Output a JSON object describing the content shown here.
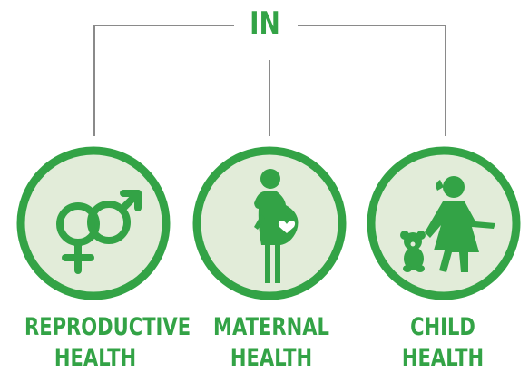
{
  "diagram": {
    "title": "IN",
    "categories": [
      {
        "line1": "REPRODUCTIVE",
        "line2": "HEALTH",
        "icon": "gender-symbols-icon"
      },
      {
        "line1": "MATERNAL",
        "line2": "HEALTH",
        "icon": "pregnant-woman-icon"
      },
      {
        "line1": "CHILD",
        "line2": "HEALTH",
        "icon": "child-with-teddy-icon"
      }
    ]
  },
  "colors": {
    "accent": "#33a346",
    "circle_fill": "#e2ecd9",
    "connector": "#8a8a8a",
    "icon_highlight": "#ffffff"
  }
}
